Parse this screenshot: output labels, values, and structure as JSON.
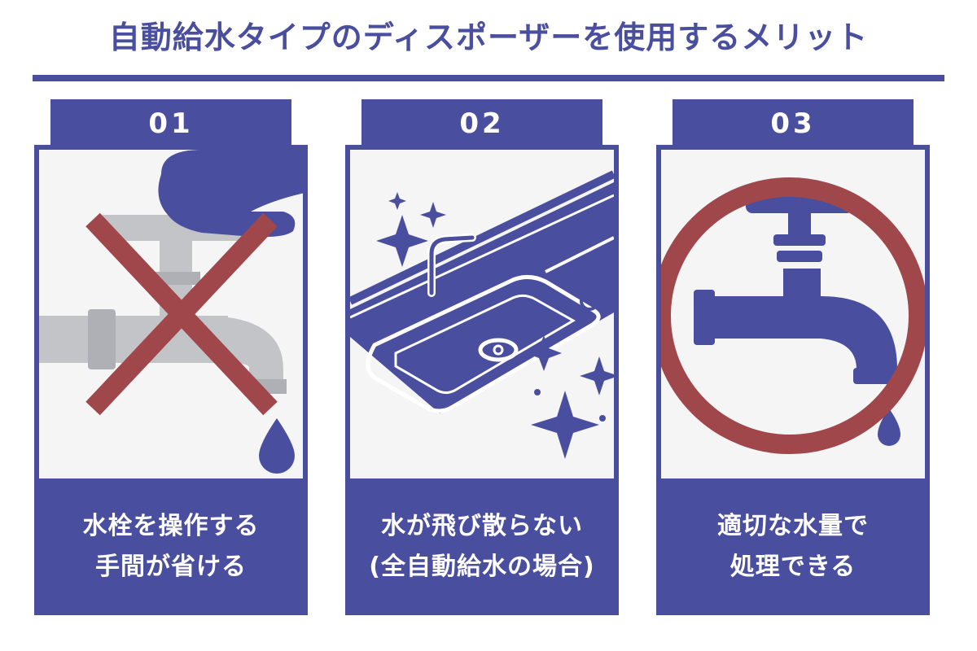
{
  "title": "自動給水タイプのディスポーザーを使用するメリット",
  "colors": {
    "brand": "#4a4e9f",
    "warning_red": "#a0474c",
    "pipe_gray": "#c2c4c8",
    "background": "#f5f5f5"
  },
  "panels": [
    {
      "number": "01",
      "icon": "faucet-crossed-out-icon",
      "caption": [
        "水栓を操作する",
        "手間が省ける"
      ]
    },
    {
      "number": "02",
      "icon": "clean-sink-sparkles-icon",
      "caption": [
        "水が飛び散らない",
        "(全自動給水の場合)"
      ]
    },
    {
      "number": "03",
      "icon": "faucet-circle-icon",
      "caption": [
        "適切な水量で",
        "処理できる"
      ]
    }
  ]
}
